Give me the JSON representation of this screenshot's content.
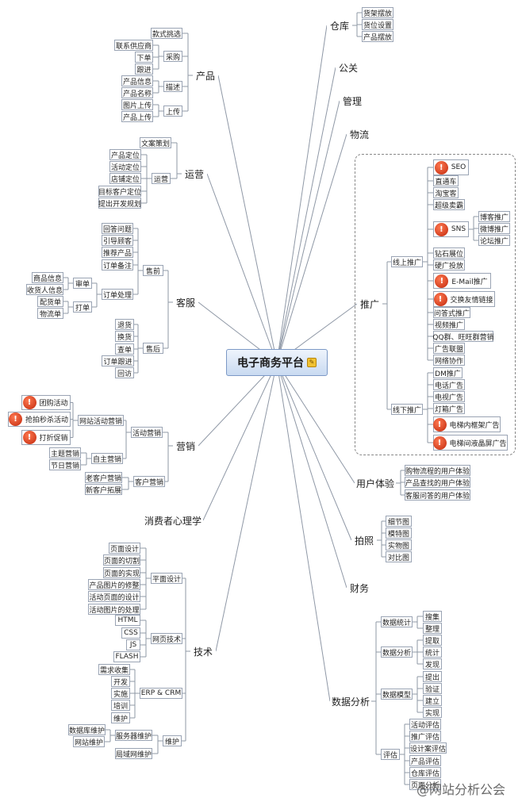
{
  "watermark": "@网站分析公会",
  "map": {
    "center": "电子商务平台",
    "nodes": [
      {
        "id": "chanpin",
        "t": "产品"
      },
      {
        "id": "kxtx",
        "t": "款式挑选"
      },
      {
        "id": "caigou",
        "t": "采购"
      },
      {
        "id": "lxgys",
        "t": "联系供应商"
      },
      {
        "id": "xiadan",
        "t": "下单"
      },
      {
        "id": "genjin",
        "t": "跟进"
      },
      {
        "id": "miaoshu",
        "t": "描述"
      },
      {
        "id": "cpxx",
        "t": "产品信息"
      },
      {
        "id": "cpmc",
        "t": "产品名称"
      },
      {
        "id": "shangchuan",
        "t": "上传"
      },
      {
        "id": "tpsc",
        "t": "图片上传"
      },
      {
        "id": "cpsc",
        "t": "产品上传"
      },
      {
        "id": "yunying",
        "t": "运营"
      },
      {
        "id": "wacl",
        "t": "文案策划"
      },
      {
        "id": "yy2",
        "t": "运营"
      },
      {
        "id": "cpdw",
        "t": "产品定位"
      },
      {
        "id": "hddw",
        "t": "活动定位"
      },
      {
        "id": "dpdw",
        "t": "店铺定位"
      },
      {
        "id": "mbkh",
        "t": "目标客户定位"
      },
      {
        "id": "tckf",
        "t": "提出开发规划"
      },
      {
        "id": "kefu",
        "t": "客服"
      },
      {
        "id": "shouqian",
        "t": "售前"
      },
      {
        "id": "hdwt",
        "t": "回答问题"
      },
      {
        "id": "ydgk",
        "t": "引导顾客"
      },
      {
        "id": "tjcp",
        "t": "推荐产品"
      },
      {
        "id": "ddbz",
        "t": "订单备注"
      },
      {
        "id": "ddcl",
        "t": "订单处理"
      },
      {
        "id": "shendan",
        "t": "审单"
      },
      {
        "id": "spxx",
        "t": "商品信息"
      },
      {
        "id": "sjrxx",
        "t": "收货人信息"
      },
      {
        "id": "dadan",
        "t": "打单"
      },
      {
        "id": "phd",
        "t": "配货单"
      },
      {
        "id": "wld",
        "t": "物流单"
      },
      {
        "id": "shouhou",
        "t": "售后"
      },
      {
        "id": "tuihuo",
        "t": "退货"
      },
      {
        "id": "huanhuo",
        "t": "换货"
      },
      {
        "id": "chadan",
        "t": "查单"
      },
      {
        "id": "ddgj",
        "t": "订单跟进"
      },
      {
        "id": "huifang",
        "t": "回访"
      },
      {
        "id": "yingxiao",
        "t": "营销"
      },
      {
        "id": "hdyx",
        "t": "活动营销"
      },
      {
        "id": "wzhd",
        "t": "网站活动营销"
      },
      {
        "id": "tghd",
        "t": "团购活动",
        "icon": true
      },
      {
        "id": "qpms",
        "t": "抢拍秒杀活动",
        "icon": true
      },
      {
        "id": "dzcx",
        "t": "打折促销",
        "icon": true
      },
      {
        "id": "zzyx",
        "t": "自主营销"
      },
      {
        "id": "ztyx",
        "t": "主题营销"
      },
      {
        "id": "jryx",
        "t": "节日营销"
      },
      {
        "id": "khyx",
        "t": "客户营销"
      },
      {
        "id": "lkhyx",
        "t": "老客户营销"
      },
      {
        "id": "xkhtz",
        "t": "新客户拓展"
      },
      {
        "id": "xfzxl",
        "t": "消费者心理学"
      },
      {
        "id": "jishu",
        "t": "技术"
      },
      {
        "id": "pmsj",
        "t": "平面设计"
      },
      {
        "id": "ymsj",
        "t": "页面设计"
      },
      {
        "id": "ymqg",
        "t": "页面的切割"
      },
      {
        "id": "ymsx",
        "t": "页面的实现"
      },
      {
        "id": "cptxs",
        "t": "产品图片的修整"
      },
      {
        "id": "hdymsj",
        "t": "活动页面的设计"
      },
      {
        "id": "hdtpcl",
        "t": "活动图片的处理"
      },
      {
        "id": "wyjs",
        "t": "网页技术"
      },
      {
        "id": "html",
        "t": "HTML"
      },
      {
        "id": "css",
        "t": "CSS"
      },
      {
        "id": "js",
        "t": "JS"
      },
      {
        "id": "flash",
        "t": "FLASH"
      },
      {
        "id": "erp",
        "t": "ERP & CRM"
      },
      {
        "id": "xqsj",
        "t": "需求收集"
      },
      {
        "id": "kaifa",
        "t": "开发"
      },
      {
        "id": "shishi",
        "t": "实施"
      },
      {
        "id": "peixun",
        "t": "培训"
      },
      {
        "id": "weihu",
        "t": "维护"
      },
      {
        "id": "weihu2",
        "t": "维护"
      },
      {
        "id": "fwqwh",
        "t": "服务器维护"
      },
      {
        "id": "sjkwh",
        "t": "数据库维护"
      },
      {
        "id": "wzwh",
        "t": "网站维护"
      },
      {
        "id": "jywwh",
        "t": "局域网维护"
      },
      {
        "id": "cangku",
        "t": "仓库"
      },
      {
        "id": "hjbf",
        "t": "货架摆放"
      },
      {
        "id": "hwsz",
        "t": "货位设置"
      },
      {
        "id": "cpbf",
        "t": "产品摆放"
      },
      {
        "id": "gongguan",
        "t": "公关"
      },
      {
        "id": "guanli",
        "t": "管理"
      },
      {
        "id": "wuliu",
        "t": "物流"
      },
      {
        "id": "tuiguang",
        "t": "推广"
      },
      {
        "id": "xstg",
        "t": "线上推广"
      },
      {
        "id": "seo",
        "t": "SEO",
        "icon": true
      },
      {
        "id": "ztc",
        "t": "直通车"
      },
      {
        "id": "tbk",
        "t": "淘宝客"
      },
      {
        "id": "cjmm",
        "t": "超级卖霸"
      },
      {
        "id": "sns",
        "t": "SNS",
        "icon": true
      },
      {
        "id": "bktg",
        "t": "博客推广"
      },
      {
        "id": "wbtg",
        "t": "微博推广"
      },
      {
        "id": "lttg",
        "t": "论坛推广"
      },
      {
        "id": "zszw",
        "t": "钻石展位"
      },
      {
        "id": "ygtf",
        "t": "硬广投放"
      },
      {
        "id": "email",
        "t": "E-Mail推广",
        "icon": true
      },
      {
        "id": "jhyq",
        "t": "交换友情链接",
        "icon": true
      },
      {
        "id": "wdstg",
        "t": "问答式推广"
      },
      {
        "id": "sptg",
        "t": "视频推广"
      },
      {
        "id": "qqq",
        "t": "QQ群、旺旺群营销"
      },
      {
        "id": "gglm",
        "t": "广告联盟"
      },
      {
        "id": "wlxz",
        "t": "网络协作"
      },
      {
        "id": "xxtg",
        "t": "线下推广"
      },
      {
        "id": "dm",
        "t": "DM推广"
      },
      {
        "id": "dhgg",
        "t": "电话广告"
      },
      {
        "id": "dsgg",
        "t": "电视广告"
      },
      {
        "id": "dxgg",
        "t": "灯箱广告"
      },
      {
        "id": "dtknk",
        "t": "电梯内框架广告",
        "icon": true
      },
      {
        "id": "dtjyj",
        "t": "电梯间液晶屏广告",
        "icon": true
      },
      {
        "id": "yhty",
        "t": "用户体验"
      },
      {
        "id": "gwlc",
        "t": "购物流程的用户体验"
      },
      {
        "id": "cpcz",
        "t": "产品查找的用户体验"
      },
      {
        "id": "khwd",
        "t": "客服问答的用户体验"
      },
      {
        "id": "paizhao",
        "t": "拍照"
      },
      {
        "id": "xjt",
        "t": "细节图"
      },
      {
        "id": "mtt",
        "t": "模特图"
      },
      {
        "id": "swt",
        "t": "实物图"
      },
      {
        "id": "dbt",
        "t": "对比图"
      },
      {
        "id": "caiwu",
        "t": "财务"
      },
      {
        "id": "sjfx",
        "t": "数据分析"
      },
      {
        "id": "sjtj",
        "t": "数据统计"
      },
      {
        "id": "souji",
        "t": "搜集"
      },
      {
        "id": "zhengli",
        "t": "整理"
      },
      {
        "id": "sjfx2",
        "t": "数据分析"
      },
      {
        "id": "tiqu",
        "t": "提取"
      },
      {
        "id": "tongji",
        "t": "统计"
      },
      {
        "id": "faxian",
        "t": "发现"
      },
      {
        "id": "sjmx",
        "t": "数据模型"
      },
      {
        "id": "tichu",
        "t": "提出"
      },
      {
        "id": "yanzheng",
        "t": "验证"
      },
      {
        "id": "jianli",
        "t": "建立"
      },
      {
        "id": "shixian",
        "t": "实现"
      },
      {
        "id": "pinggu",
        "t": "评估"
      },
      {
        "id": "hdpg",
        "t": "活动评估"
      },
      {
        "id": "tgpg",
        "t": "推广评估"
      },
      {
        "id": "sjapg",
        "t": "设计案评估"
      },
      {
        "id": "cppg",
        "t": "产品评估"
      },
      {
        "id": "ckpg",
        "t": "仓库评估"
      },
      {
        "id": "ymfx",
        "t": "页面分析"
      }
    ]
  }
}
